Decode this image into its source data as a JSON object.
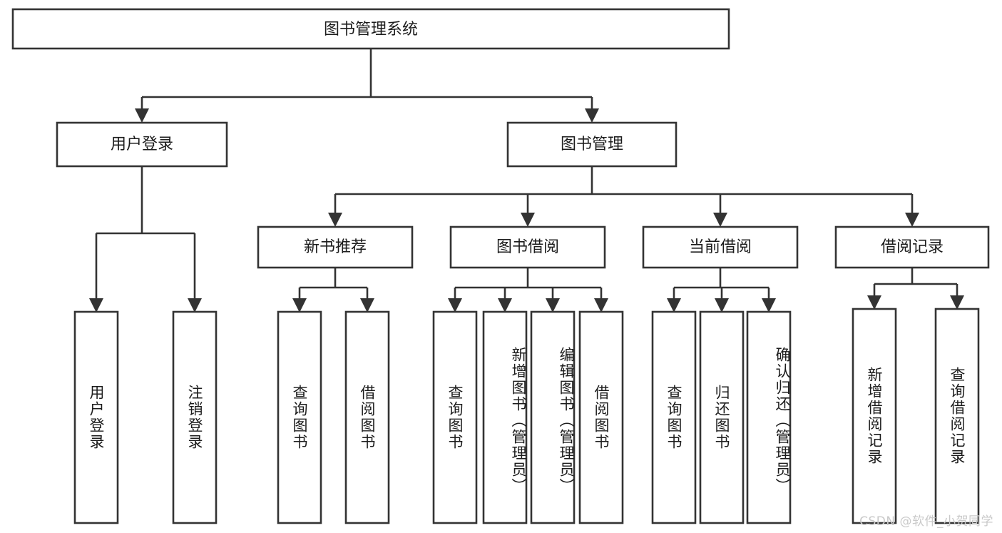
{
  "diagram": {
    "title": "图书管理系统",
    "type": "hierarchy-tree",
    "background_color": "#ffffff",
    "line_color": "#333333",
    "box_fill": "#ffffff",
    "text_color": "#1c1c1c"
  },
  "root": {
    "label": "图书管理系统"
  },
  "level2": {
    "user_login": {
      "label": "用户登录"
    },
    "book_manage": {
      "label": "图书管理"
    }
  },
  "level3": {
    "new_book_recommend": {
      "label": "新书推荐"
    },
    "book_borrow": {
      "label": "图书借阅"
    },
    "current_borrow": {
      "label": "当前借阅"
    },
    "borrow_record": {
      "label": "借阅记录"
    }
  },
  "leaves": {
    "user_login": [
      {
        "label": "用户登录"
      },
      {
        "label": "注销登录"
      }
    ],
    "new_book_recommend": [
      {
        "label": "查询图书"
      },
      {
        "label": "借阅图书"
      }
    ],
    "book_borrow": [
      {
        "label": "查询图书"
      },
      {
        "label": "新增图书（管理员）"
      },
      {
        "label": "编辑图书（管理员）"
      },
      {
        "label": "借阅图书"
      }
    ],
    "current_borrow": [
      {
        "label": "查询图书"
      },
      {
        "label": "归还图书"
      },
      {
        "label": "确认归还（管理员）"
      }
    ],
    "borrow_record": [
      {
        "label": "新增借阅记录"
      },
      {
        "label": "查询借阅记录"
      }
    ]
  },
  "watermark": {
    "text": "CSDN @软件_小贺同学"
  }
}
